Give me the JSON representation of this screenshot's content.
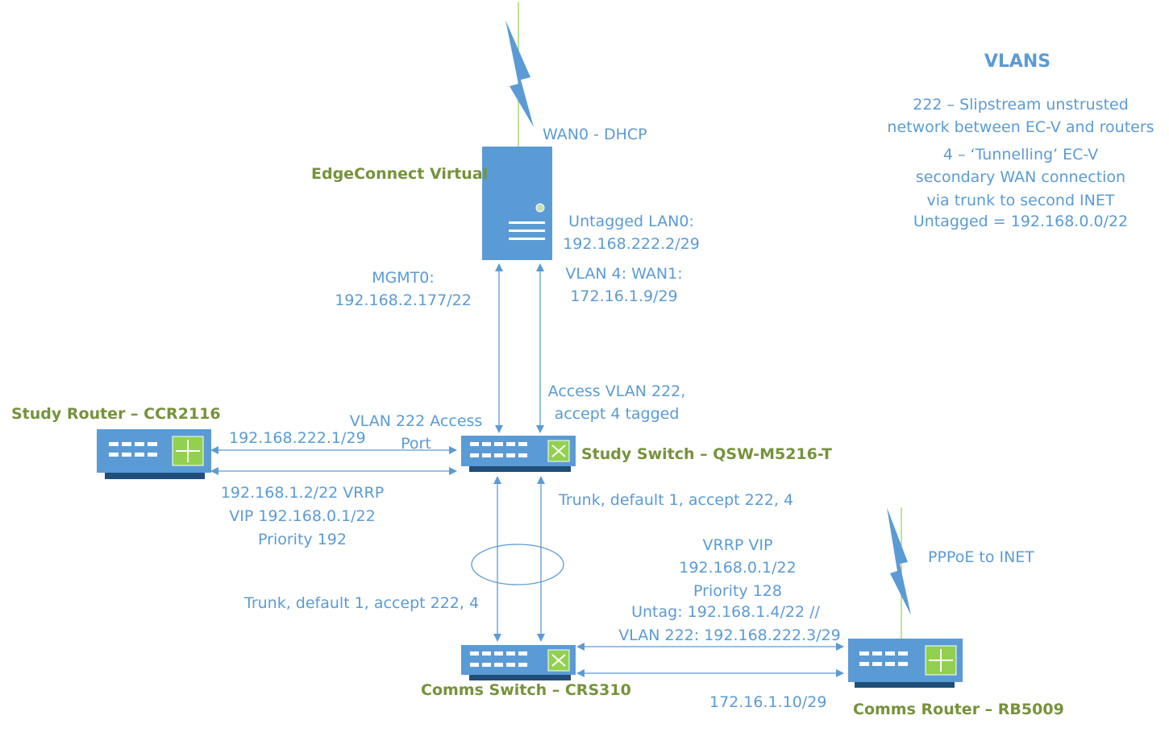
{
  "colors": {
    "link": "#5b9bd5",
    "device_fill": "#5b9bd5",
    "device_label": "#76923c",
    "wan_line": "#92d050",
    "lightning": "#5b9bd5"
  },
  "devices": {
    "edgeconnect": {
      "label": "EdgeConnect Virtual",
      "icon": "server-icon"
    },
    "study_router": {
      "label": "Study Router – CCR2116",
      "icon": "router-icon"
    },
    "study_switch": {
      "label": "Study Switch – QSW-M5216-T",
      "icon": "switch-icon"
    },
    "comms_switch": {
      "label": "Comms Switch – CRS310",
      "icon": "switch-icon"
    },
    "comms_router": {
      "label": "Comms Router – RB5009",
      "icon": "router-icon"
    }
  },
  "labels": {
    "wan0": "WAN0 - DHCP",
    "lan0_title": "Untagged LAN0:",
    "lan0_ip": "192.168.222.2/29",
    "wan1_title": "VLAN 4: WAN1:",
    "wan1_ip": "172.16.1.9/29",
    "mgmt_title": "MGMT0:",
    "mgmt_ip": "192.168.2.177/22",
    "access_vlan_1": "Access VLAN 222,",
    "access_vlan_2": "accept 4 tagged",
    "vlan222_access_1": "VLAN 222 Access",
    "vlan222_access_2": "Port",
    "router_ip": "192.168.222.1/29",
    "vrrp_1": "192.168.1.2/22 VRRP",
    "vrrp_2": "VIP 192.168.0.1/22",
    "vrrp_3": "Priority 192",
    "trunk_right": "Trunk, default 1, accept 222, 4",
    "trunk_left": "Trunk, default 1, accept 222, 4",
    "comms_vrrp_1": "VRRP VIP",
    "comms_vrrp_2": "192.168.0.1/22",
    "comms_vrrp_3": "Priority 128",
    "comms_vrrp_4": "Untag: 192.168.1.4/22 //",
    "comms_vrrp_5": "VLAN 222: 192.168.222.3/29",
    "pppoe": "PPPoE to INET",
    "comms_wan_ip": "172.16.1.10/29"
  },
  "vlans": {
    "title": "VLANS",
    "lines": [
      "222 – Slipstream unstrusted",
      "network between EC-V and routers",
      "4 – ‘Tunnelling’ EC-V",
      "secondary WAN connection",
      "via trunk to second INET",
      "Untagged = 192.168.0.0/22"
    ]
  }
}
